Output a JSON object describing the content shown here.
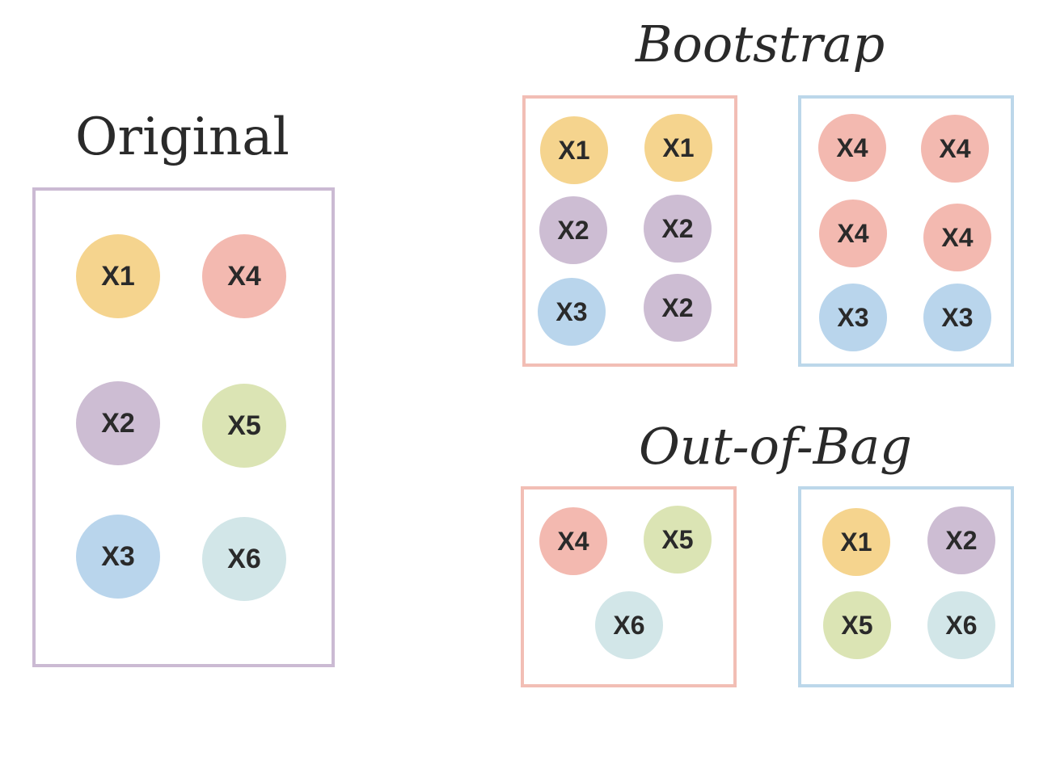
{
  "colors": {
    "orange": "#f5d48e",
    "red": "#f3b9b0",
    "purple": "#cdbdd3",
    "green": "#dbe4b4",
    "blue": "#b9d5ec",
    "teal": "#d2e6e8",
    "box_purple": "#cbbad3",
    "box_red": "#f2beb5",
    "box_blue": "#bcd7ea"
  },
  "original": {
    "title": "Original",
    "items": [
      {
        "label": "X1",
        "color": "orange"
      },
      {
        "label": "X4",
        "color": "red"
      },
      {
        "label": "X2",
        "color": "purple"
      },
      {
        "label": "X5",
        "color": "green"
      },
      {
        "label": "X3",
        "color": "blue"
      },
      {
        "label": "X6",
        "color": "teal"
      }
    ]
  },
  "bootstrap": {
    "title": "Bootstrap",
    "samples": [
      {
        "box_color": "box_red",
        "items": [
          {
            "label": "X1",
            "color": "orange"
          },
          {
            "label": "X1",
            "color": "orange"
          },
          {
            "label": "X2",
            "color": "purple"
          },
          {
            "label": "X2",
            "color": "purple"
          },
          {
            "label": "X3",
            "color": "blue"
          },
          {
            "label": "X2",
            "color": "purple"
          }
        ]
      },
      {
        "box_color": "box_blue",
        "items": [
          {
            "label": "X4",
            "color": "red"
          },
          {
            "label": "X4",
            "color": "red"
          },
          {
            "label": "X4",
            "color": "red"
          },
          {
            "label": "X4",
            "color": "red"
          },
          {
            "label": "X3",
            "color": "blue"
          },
          {
            "label": "X3",
            "color": "blue"
          }
        ]
      }
    ]
  },
  "out_of_bag": {
    "title": "Out-of-Bag",
    "samples": [
      {
        "box_color": "box_red",
        "items": [
          {
            "label": "X4",
            "color": "red"
          },
          {
            "label": "X5",
            "color": "green"
          },
          {
            "label": "X6",
            "color": "teal"
          }
        ]
      },
      {
        "box_color": "box_blue",
        "items": [
          {
            "label": "X1",
            "color": "orange"
          },
          {
            "label": "X2",
            "color": "purple"
          },
          {
            "label": "X5",
            "color": "green"
          },
          {
            "label": "X6",
            "color": "teal"
          }
        ]
      }
    ]
  }
}
